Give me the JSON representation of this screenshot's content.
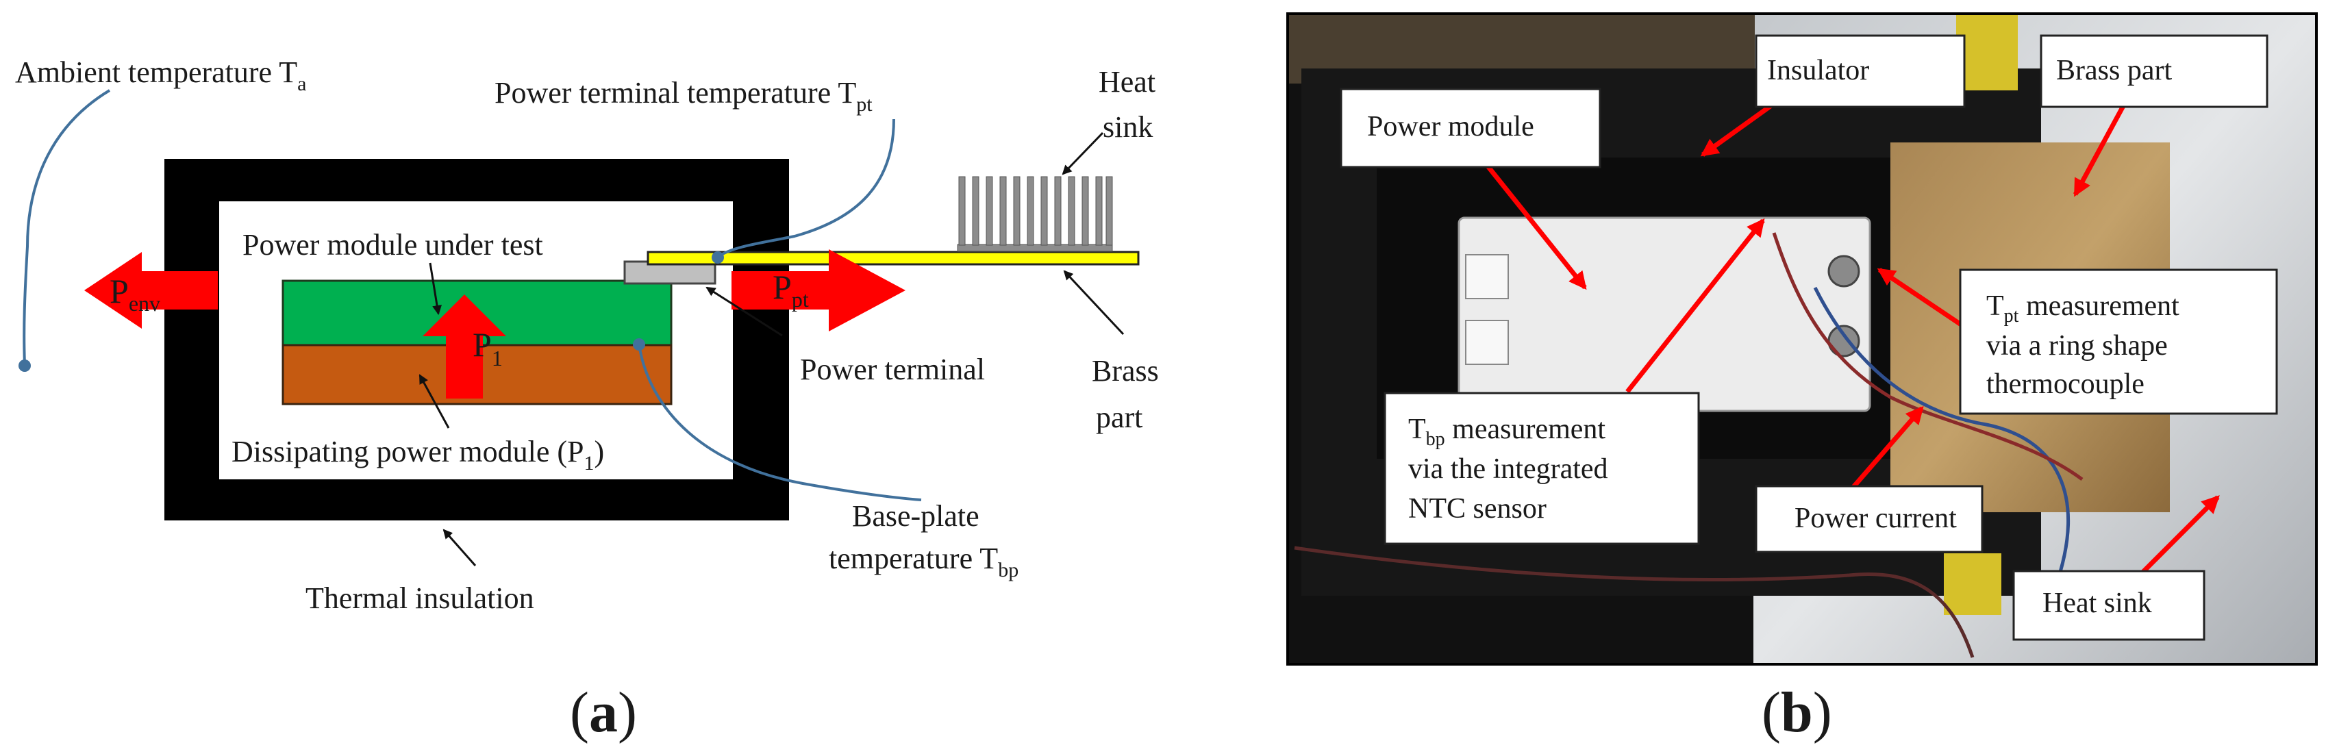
{
  "panel_a": {
    "caption_open": "(",
    "caption_letter": "a",
    "caption_close": ")",
    "ambient": {
      "text": "Ambient temperature T",
      "sub": "a"
    },
    "power_terminal_temp": {
      "text": "Power terminal temperature T",
      "sub": "pt"
    },
    "heat_sink": {
      "line1": "Heat",
      "line2": "sink"
    },
    "power_module_under_test": "Power module under test",
    "p_env": {
      "text": "P",
      "sub": "env"
    },
    "p_pt": {
      "text": "P",
      "sub": "pt"
    },
    "p_1": {
      "text": "P",
      "sub": "1"
    },
    "power_terminal": "Power terminal",
    "brass_part": {
      "line1": "Brass",
      "line2": "part"
    },
    "dissipating": {
      "text": "Dissipating power module (P",
      "sub": "1",
      "end": ")"
    },
    "base_plate": {
      "line1": "Base-plate",
      "line2_text": "temperature T",
      "line2_sub": "bp"
    },
    "thermal_insulation": "Thermal insulation",
    "colors": {
      "insulation": "#000000",
      "module_top": "#00b050",
      "module_base": "#c55a11",
      "brass": "#ffff00",
      "arrow": "#ff0000",
      "leader": "#41719c",
      "terminal": "#bfbfbf",
      "heatsink": "#7f7f7f"
    }
  },
  "panel_b": {
    "caption_open": "(",
    "caption_letter": "b",
    "caption_close": ")",
    "labels": {
      "insulator": "Insulator",
      "brass_part": "Brass part",
      "power_module": "Power module",
      "tpt": {
        "pre": "T",
        "sub": "pt",
        "post": " measurement",
        "line2": "via a ring shape",
        "line3": "thermocouple"
      },
      "tbp": {
        "pre": "T",
        "sub": "bp",
        "post": " measurement",
        "line2": "via the integrated",
        "line3": "NTC sensor"
      },
      "power_current": "Power current",
      "heat_sink": "Heat sink"
    }
  }
}
